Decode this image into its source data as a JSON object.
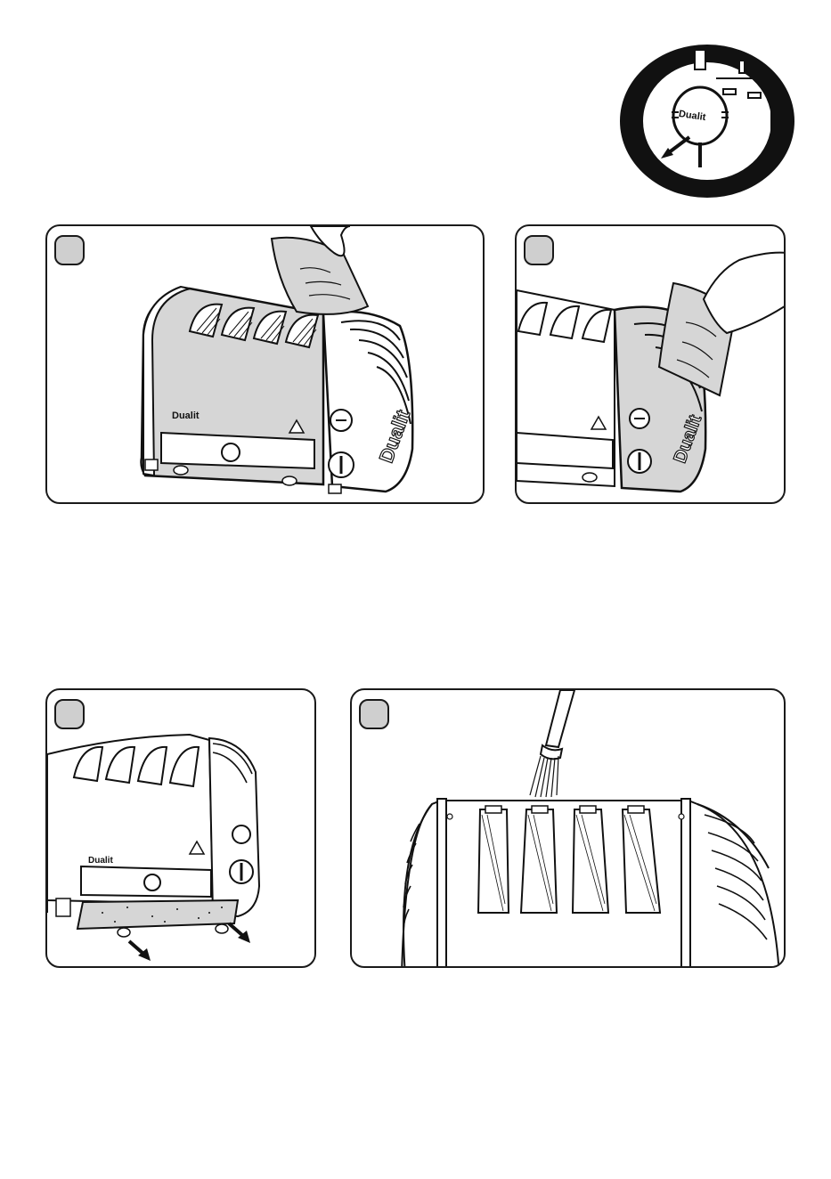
{
  "brand": {
    "logo_text": "Dualit"
  },
  "steps": [
    {
      "id": "wipe-body",
      "badge_label": ""
    },
    {
      "id": "wipe-end-panel",
      "badge_label": ""
    },
    {
      "id": "remove-crumb-tray",
      "badge_label": ""
    },
    {
      "id": "brush-slots",
      "badge_label": ""
    }
  ],
  "colors": {
    "outline": "#1a1a1a",
    "panel_fill": "#d6d6d6",
    "badge_fill": "#cfcfcf",
    "background": "#ffffff"
  },
  "icons": [
    "unplug-callout-icon",
    "cloth-icon",
    "hand-icon",
    "arrow-icon",
    "brush-icon",
    "hazard-icon"
  ]
}
